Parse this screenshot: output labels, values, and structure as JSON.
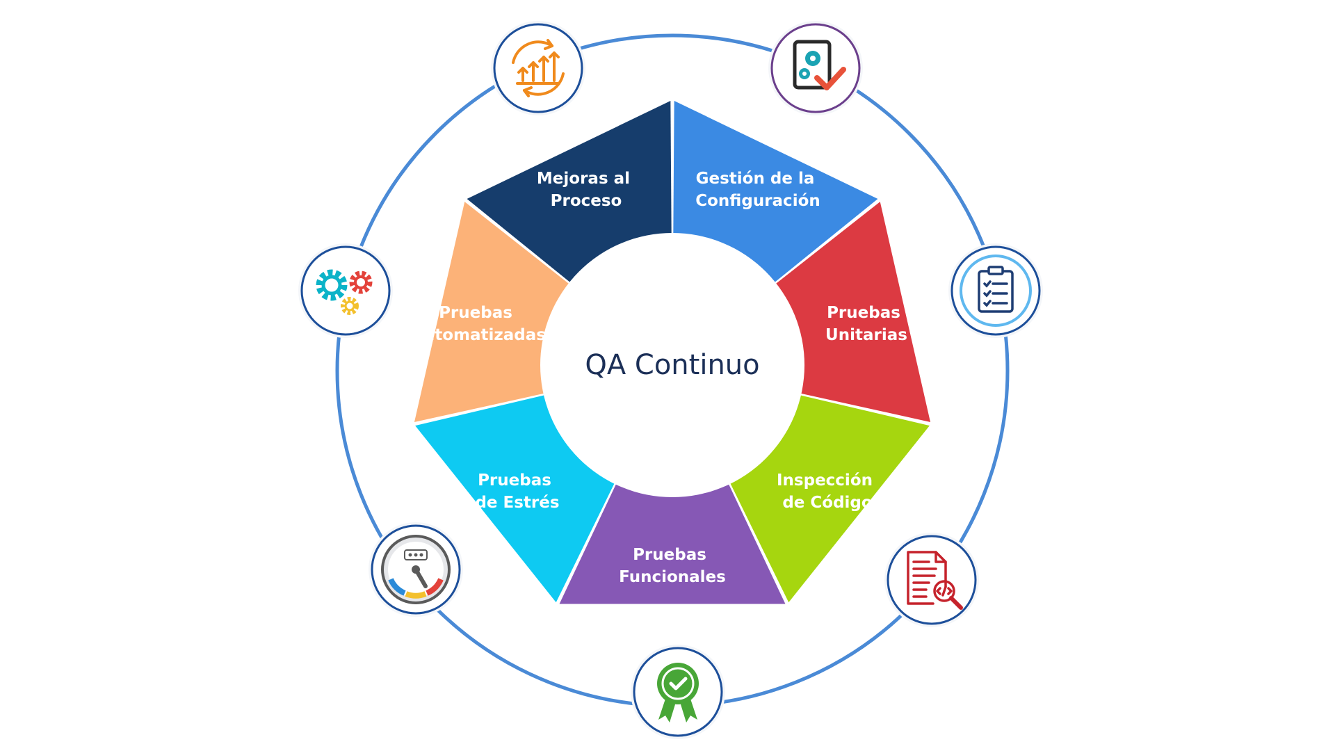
{
  "title": "QA Continuo",
  "segments": [
    {
      "label_line1": "Gestión de la",
      "label_line2": "Configuración",
      "color": "#3b8ae3"
    },
    {
      "label_line1": "Pruebas",
      "label_line2": "Unitarias",
      "color": "#dc3a42"
    },
    {
      "label_line1": "Inspección",
      "label_line2": "de Código",
      "color": "#a6d60f"
    },
    {
      "label_line1": "Pruebas",
      "label_line2": "Funcionales",
      "color": "#8658b5"
    },
    {
      "label_line1": "Pruebas",
      "label_line2": "de Estrés",
      "color": "#0ecaf2"
    },
    {
      "label_line1": "Pruebas",
      "label_line2": "Automatizadas",
      "color": "#fcb278"
    },
    {
      "label_line1": "Mejoras al",
      "label_line2": "Proceso",
      "color": "#163d6c"
    }
  ],
  "icons": [
    {
      "name": "process-improvement-icon",
      "color": "#f08a1c"
    },
    {
      "name": "configuration-check-icon",
      "color": "#2a2a2a"
    },
    {
      "name": "clipboard-checklist-icon",
      "color": "#1e3d73"
    },
    {
      "name": "code-inspection-icon",
      "color": "#c5222b"
    },
    {
      "name": "quality-badge-icon",
      "color": "#48a637"
    },
    {
      "name": "speedometer-icon",
      "color": "#5a5a5a"
    },
    {
      "name": "gears-icon",
      "color": "#0bb3c8"
    }
  ],
  "colors": {
    "outer_ring": "#4a8ad6",
    "title": "#1b2f57",
    "badge_ring": "#1d4f9a"
  }
}
